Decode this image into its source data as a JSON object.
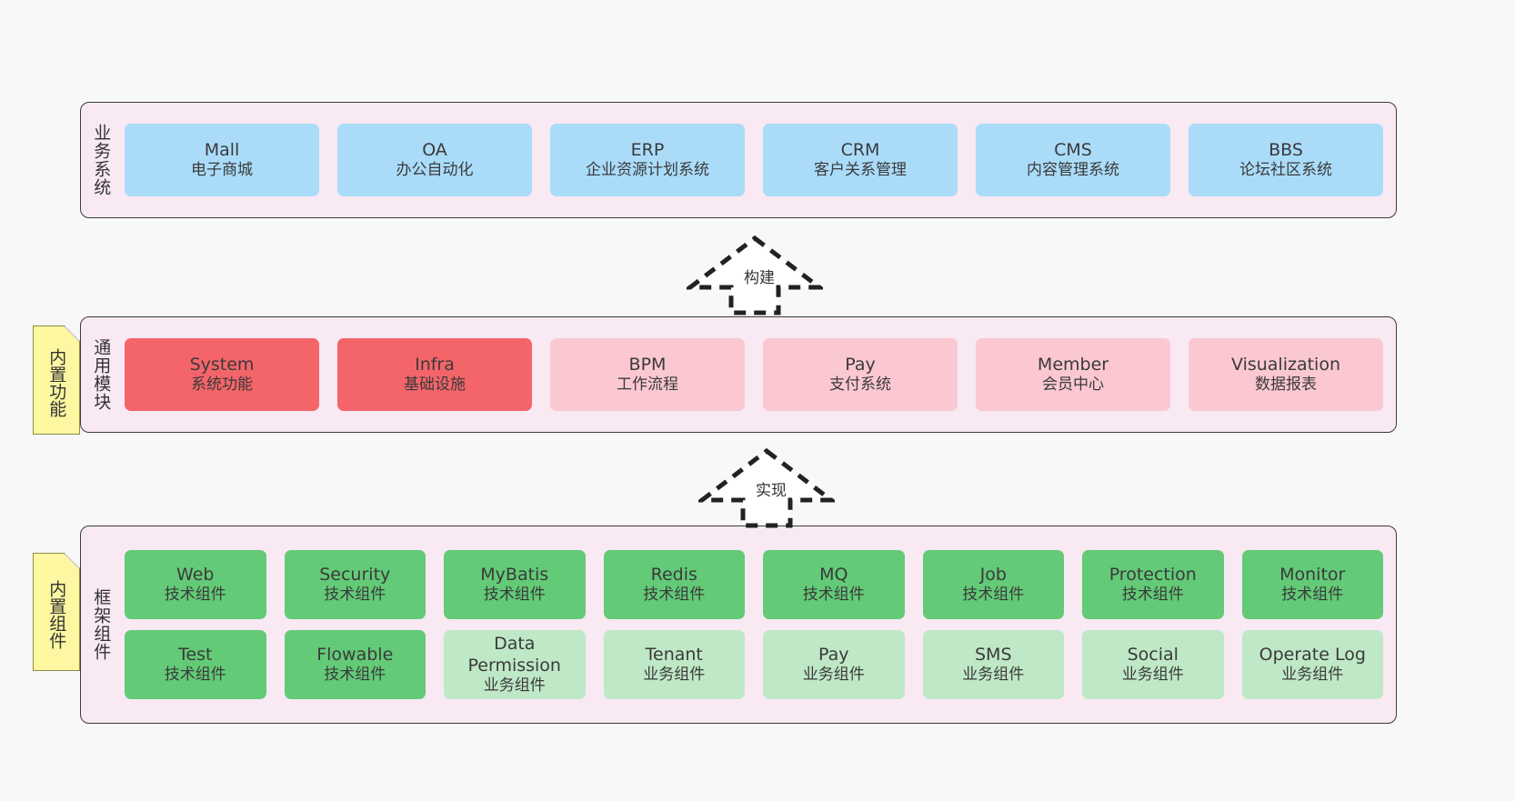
{
  "diagram": {
    "background": "#f8f8f8",
    "layer_fill": "#f8e9f3",
    "colors": {
      "business": "#aadcfa",
      "module_core": "#f4656a",
      "module_plain": "#fbc8d2",
      "tech_component": "#63ca77",
      "biz_component": "#bfe8c6",
      "note": "#fcf7a0",
      "stroke": "#3c3c3c"
    }
  },
  "layers": [
    {
      "id": "business-system",
      "title": "业务系统",
      "rows": [
        [
          {
            "en": "Mall",
            "cn": "电子商城",
            "style": "c-blue"
          },
          {
            "en": "OA",
            "cn": "办公自动化",
            "style": "c-blue"
          },
          {
            "en": "ERP",
            "cn": "企业资源计划系统",
            "style": "c-blue"
          },
          {
            "en": "CRM",
            "cn": "客户关系管理",
            "style": "c-blue"
          },
          {
            "en": "CMS",
            "cn": "内容管理系统",
            "style": "c-blue"
          },
          {
            "en": "BBS",
            "cn": "论坛社区系统",
            "style": "c-blue"
          }
        ]
      ]
    },
    {
      "id": "common-module",
      "title": "通用模块",
      "note": "内置功能",
      "rows": [
        [
          {
            "en": "System",
            "cn": "系统功能",
            "style": "c-red"
          },
          {
            "en": "Infra",
            "cn": "基础设施",
            "style": "c-red"
          },
          {
            "en": "BPM",
            "cn": "工作流程",
            "style": "c-pink"
          },
          {
            "en": "Pay",
            "cn": "支付系统",
            "style": "c-pink"
          },
          {
            "en": "Member",
            "cn": "会员中心",
            "style": "c-pink"
          },
          {
            "en": "Visualization",
            "cn": "数据报表",
            "style": "c-pink"
          }
        ]
      ]
    },
    {
      "id": "framework-component",
      "title": "框架组件",
      "note": "内置组件",
      "rows": [
        [
          {
            "en": "Web",
            "cn": "技术组件",
            "style": "c-green"
          },
          {
            "en": "Security",
            "cn": "技术组件",
            "style": "c-green"
          },
          {
            "en": "MyBatis",
            "cn": "技术组件",
            "style": "c-green"
          },
          {
            "en": "Redis",
            "cn": "技术组件",
            "style": "c-green"
          },
          {
            "en": "MQ",
            "cn": "技术组件",
            "style": "c-green"
          },
          {
            "en": "Job",
            "cn": "技术组件",
            "style": "c-green"
          },
          {
            "en": "Protection",
            "cn": "技术组件",
            "style": "c-green"
          },
          {
            "en": "Monitor",
            "cn": "技术组件",
            "style": "c-green"
          }
        ],
        [
          {
            "en": "Test",
            "cn": "技术组件",
            "style": "c-green"
          },
          {
            "en": "Flowable",
            "cn": "技术组件",
            "style": "c-green"
          },
          {
            "en": "Data Permission",
            "cn": "业务组件",
            "style": "c-greenlight"
          },
          {
            "en": "Tenant",
            "cn": "业务组件",
            "style": "c-greenlight"
          },
          {
            "en": "Pay",
            "cn": "业务组件",
            "style": "c-greenlight"
          },
          {
            "en": "SMS",
            "cn": "业务组件",
            "style": "c-greenlight"
          },
          {
            "en": "Social",
            "cn": "业务组件",
            "style": "c-greenlight"
          },
          {
            "en": "Operate Log",
            "cn": "业务组件",
            "style": "c-greenlight"
          }
        ]
      ]
    }
  ],
  "connectors": [
    {
      "id": "build",
      "label": "构建",
      "from": "common-module",
      "to": "business-system"
    },
    {
      "id": "implement",
      "label": "实现",
      "from": "framework-component",
      "to": "common-module"
    }
  ]
}
